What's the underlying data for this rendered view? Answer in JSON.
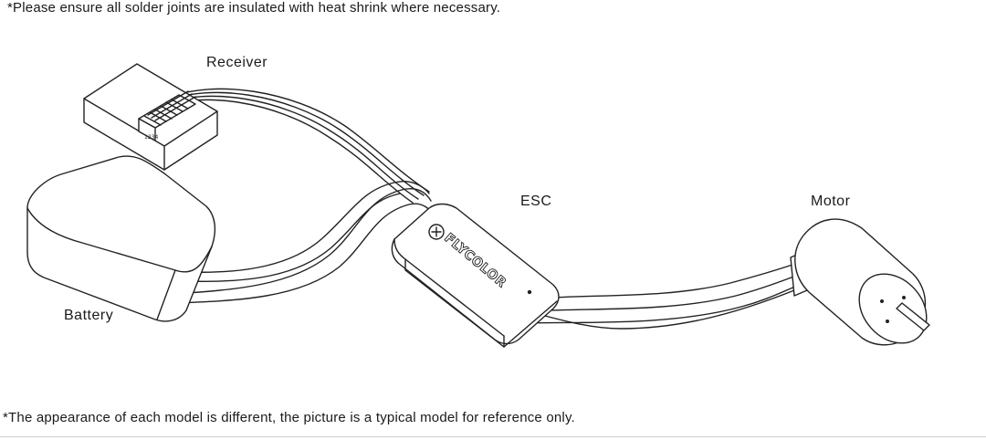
{
  "notes": {
    "top": "*Please ensure all solder joints are insulated with heat shrink where necessary.",
    "bottom": "*The appearance of each model is different, the picture is a typical model for reference only."
  },
  "labels": {
    "receiver": "Receiver",
    "esc": "ESC",
    "motor": "Motor",
    "battery": "Battery"
  },
  "esc_brand": "FLYCOLOR",
  "colors": {
    "line": "#222222",
    "background": "#ffffff"
  }
}
